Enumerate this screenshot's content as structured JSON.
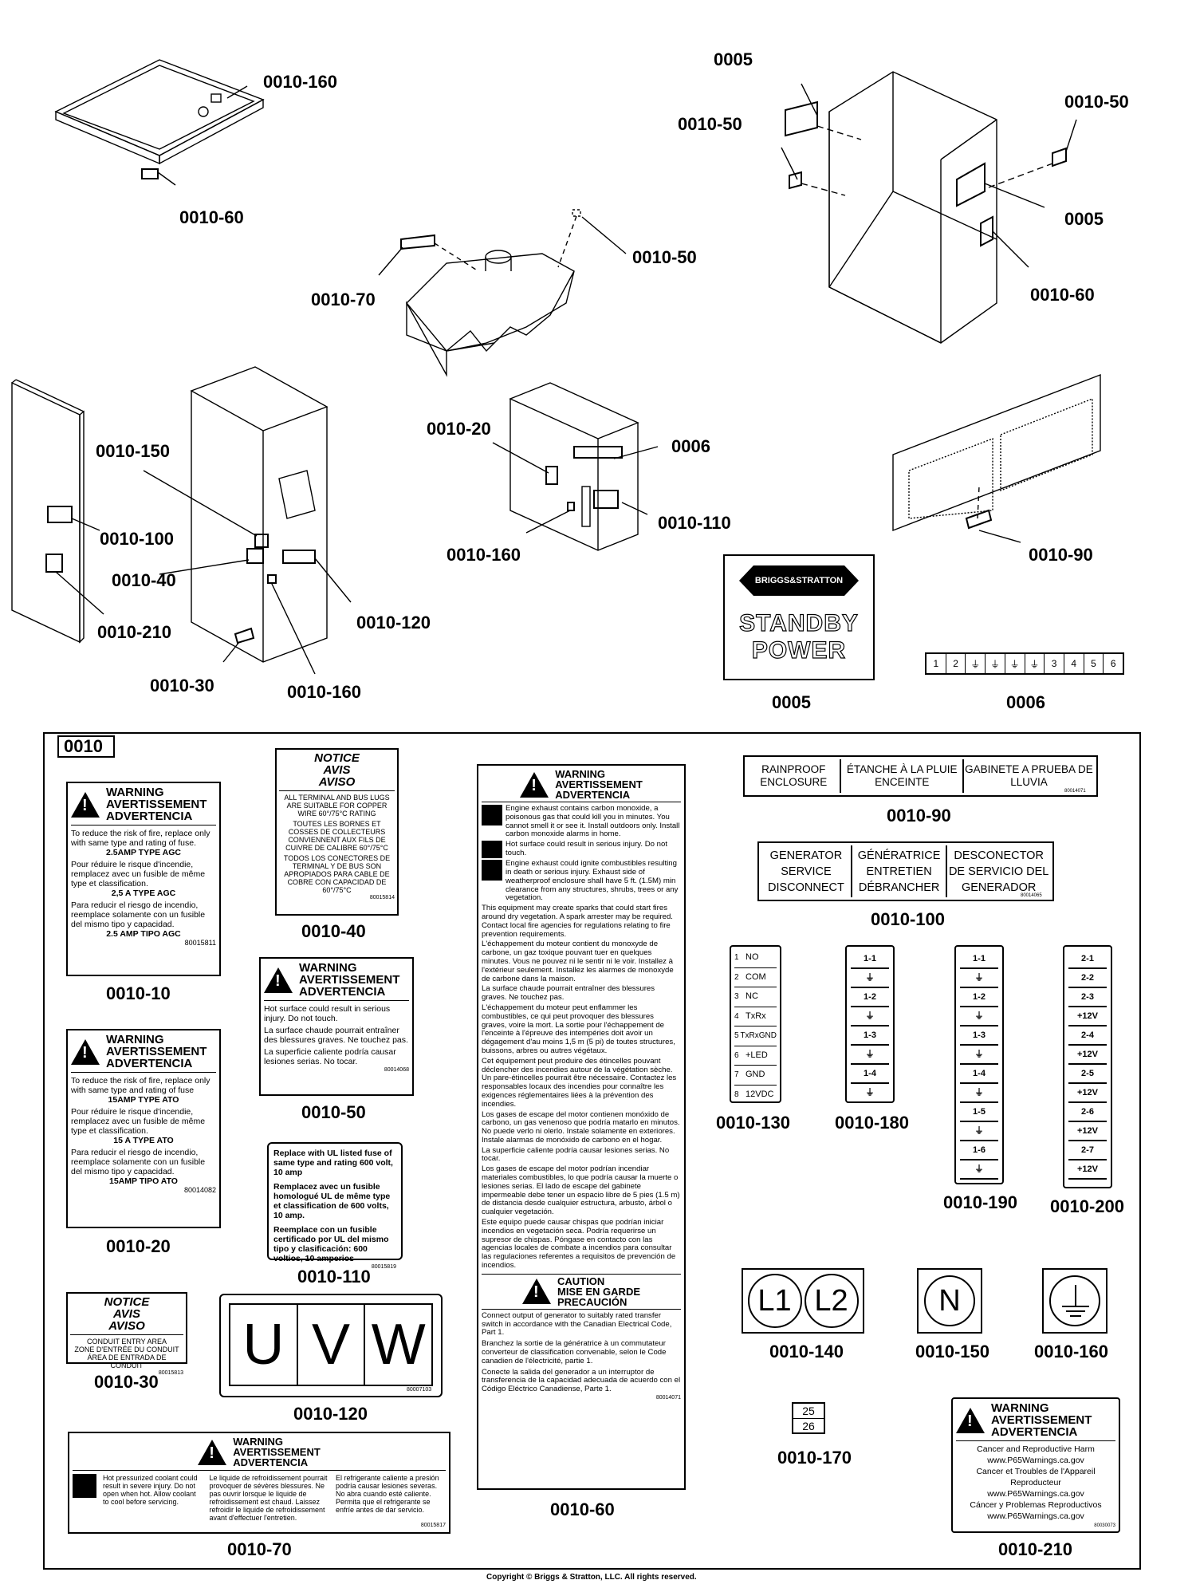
{
  "callouts": {
    "c1": "0010-160",
    "c2": "0010-60",
    "c3": "0005",
    "c4": "0010-50",
    "c5": "0010-50",
    "c6": "0005",
    "c7": "0010-60",
    "c8": "0010-70",
    "c9": "0010-50",
    "c10": "0010-150",
    "c11": "0010-100",
    "c12": "0010-40",
    "c13": "0010-210",
    "c14": "0010-30",
    "c15": "0010-160",
    "c16": "0010-120",
    "c17": "0010-20",
    "c18": "0006",
    "c19": "0010-110",
    "c20": "0010-160",
    "c21": "0010-90"
  },
  "logo": {
    "brand": "BRIGGS&STRATTON",
    "line1": "STANDBY",
    "line2": "POWER",
    "cap": "0005"
  },
  "terminal": {
    "cells": [
      "1",
      "2",
      "⏚",
      "⏚",
      "⏚",
      "⏚",
      "3",
      "4",
      "5",
      "6"
    ],
    "cap": "0006"
  },
  "sheet": {
    "title": "0010"
  },
  "warn": {
    "l1": "WARNING",
    "l2": "AVERTISSEMENT",
    "l3": "ADVERTENCIA"
  },
  "caution": {
    "l1": "CAUTION",
    "l2": "MISE EN GARDE",
    "l3": "PRECAUCIÓN"
  },
  "notice": {
    "l1": "NOTICE",
    "l2": "AVIS",
    "l3": "AVISO"
  },
  "l10": {
    "en": "To reduce the risk of fire, replace only with same type and rating of fuse.",
    "en2": "2.5AMP TYPE AGC",
    "fr": "Pour réduire le risque d'incendie, remplacez avec un fusible de même type et classification.",
    "fr2": "2,5 A TYPE AGC",
    "es": "Para reducir el riesgo de incendio, reemplace solamente con un fusible del mismo tipo y capacidad.",
    "es2": "2.5 AMP TIPO AGC",
    "pn": "80015811",
    "cap": "0010-10"
  },
  "l20": {
    "en": "To reduce the risk of fire, replace only with same type and rating of fuse",
    "en2": "15AMP TYPE ATO",
    "fr": "Pour réduire le risque d'incendie, remplacez avec un fusible de même type et classification.",
    "fr2": "15 A TYPE ATO",
    "es": "Para reducir el riesgo de incendio, reemplace solamente con un fusible del mismo tipo y capacidad.",
    "es2": "15AMP TIPO ATO",
    "pn": "80014082",
    "cap": "0010-20"
  },
  "l30": {
    "t1": "CONDUIT ENTRY AREA",
    "t2": "ZONE D'ENTRÉE DU CONDUIT",
    "t3": "ÁREA DE ENTRADA DE CONDUIT",
    "pn": "80015813",
    "cap": "0010-30"
  },
  "l40": {
    "t1": "ALL TERMINAL AND BUS LUGS ARE SUITABLE FOR COPPER WIRE 60°/75°C RATING",
    "t2": "TOUTES LES BORNES ET COSSES DE COLLECTEURS CONVIENNENT AUX FILS DE CUIVRE DE CALIBRE 60°/75°C",
    "t3": "TODOS LOS CONECTORES DE TERMINAL Y DE BUS SON APROPIADOS PARA CABLE DE COBRE CON CAPACIDAD DE 60°/75°C",
    "pn": "80015814",
    "cap": "0010-40"
  },
  "l50": {
    "en": "Hot surface could result in serious injury. Do not touch.",
    "fr": "La surface chaude pourrait entraîner des blessures graves. Ne touchez pas.",
    "es": "La superficie caliente podría causar lesiones serias. No tocar.",
    "pn": "80014068",
    "cap": "0010-50"
  },
  "l110": {
    "en": "Replace with UL listed fuse of same type and rating 600 volt, 10 amp",
    "fr": "Remplacez avec un fusible homologué UL de même type et classification de 600 volts, 10 amp.",
    "es": "Reemplace con un fusible certificado por UL del mismo tipo y clasificación: 600 voltios, 10 amperios",
    "pn": "80015819",
    "cap": "0010-110"
  },
  "l120": {
    "a": "U",
    "b": "V",
    "c": "W",
    "pn": "80007103",
    "cap": "0010-120"
  },
  "l70": {
    "en": "Hot pressurized coolant could result in severe injury. Do not open when hot. Allow coolant to cool before servicing.",
    "fr": "Le liquide de refroidissement pourrait provoquer de sévères blessures. Ne pas ouvrir lorsque le liquide de refroidissement est chaud. Laissez refroidir le liquide de refroidissement avant d'effectuer l'entretien.",
    "es": "El refrigerante caliente a presión podría causar lesiones severas. No abra cuando esté caliente. Permita que el refrigerante se enfríe antes de dar servicio.",
    "pn": "80015817",
    "cap": "0010-70"
  },
  "l60": {
    "p1": "Engine exhaust contains carbon monoxide, a poisonous gas that could kill you in minutes. You cannot smell it or see it. Install outdoors only. Install carbon monoxide alarms in home.",
    "p2": "Hot surface could result in serious injury. Do not touch.",
    "p3": "Engine exhaust could ignite combustibles resulting in death or serious injury. Exhaust side of weatherproof enclosure shall have 5 ft. (1.5M) min clearance from any structures, shrubs, trees or any vegetation.",
    "p4": "This equipment may create sparks that could start fires around dry vegetation. A spark arrester may be required. Contact local fire agencies for regulations relating to fire prevention requirements.",
    "p5": "L'échappement du moteur contient du monoxyde de carbone, un gaz toxique pouvant tuer en quelques minutes. Vous ne pouvez ni le sentir ni le voir. Installez à l'extérieur seulement. Installez les alarmes de monoxyde de carbone dans la maison.",
    "p6": "La surface chaude pourrait entraîner des blessures graves. Ne touchez pas.",
    "p7": "L'échappement du moteur peut enflammer les combustibles, ce qui peut provoquer des blessures graves, voire la mort. La sortie pour l'échappement de l'enceinte à l'épreuve des intempéries doit avoir un dégagement d'au moins 1,5 m (5 pi) de toutes structures, buissons, arbres ou autres végétaux.",
    "p8": "Cet équipement peut produire des étincelles pouvant déclencher des incendies autour de la végétation sèche. Un pare-étincelles pourrait être nécessaire. Contactez les responsables locaux des incendies pour connaître les exigences réglementaires liées à la prévention des incendies.",
    "p9": "Los gases de escape del motor contienen monóxido de carbono, un gas venenoso que podría matarlo en minutos. No puede verlo ni olerlo. Instale solamente en exteriores. Instale alarmas de monóxido de carbono en el hogar.",
    "p10": "La superficie caliente podría causar lesiones serias. No tocar.",
    "p11": "Los gases de escape del motor podrían incendiar materiales combustibles, lo que podría causar la muerte o lesiones serias. El lado de escape del gabinete impermeable debe tener un espacio libre de 5 pies (1.5 m) de distancia desde cualquier estructura, arbusto, árbol o cualquier vegetación.",
    "p12": "Este equipo puede causar chispas que podrían iniciar incendios en vegetación seca. Podría requerirse un supresor de chispas. Póngase en contacto con las agencias locales de combate a incendios para consultar las regulaciones referentes a requisitos de prevención de incendios.",
    "c1": "Connect output of generator to suitably rated transfer switch in accordance with the Canadian Electrical Code, Part 1.",
    "c2": "Branchez la sortie de la génératrice à un commutateur converteur de classification convenable, selon le Code canadien de l'électricité, partie 1.",
    "c3": "Conecte la salida del generador a un interruptor de transferencia de la capacidad adecuada de acuerdo con el Código Eléctrico Canadiense, Parte 1.",
    "pn": "80014071",
    "cap": "0010-60"
  },
  "l90": {
    "a": "RAINPROOF ENCLOSURE",
    "b": "ÉTANCHE À LA PLUIE ENCEINTE",
    "c": "GABINETE A PRUEBA DE LLUVIA",
    "pn": "80014071",
    "cap": "0010-90"
  },
  "l100": {
    "a": "GENERATOR SERVICE DISCONNECT",
    "b": "GÉNÉRATRICE ENTRETIEN DÉBRANCHER",
    "c": "DESCONECTOR DE SERVICIO DEL GENERADOR",
    "pn": "80014065",
    "cap": "0010-100"
  },
  "l130": {
    "rows": [
      [
        "1",
        "NO"
      ],
      [
        "2",
        "COM"
      ],
      [
        "3",
        "NC"
      ],
      [
        "4",
        "TxRx"
      ],
      [
        "5",
        "TxRxGND"
      ],
      [
        "6",
        "+LED"
      ],
      [
        "7",
        "GND"
      ],
      [
        "8",
        "12VDC"
      ]
    ],
    "cap": "0010-130"
  },
  "l180": {
    "rows": [
      "1-1",
      "⏚",
      "1-2",
      "⏚",
      "1-3",
      "⏚",
      "1-4",
      "⏚"
    ],
    "cap": "0010-180"
  },
  "l190": {
    "rows": [
      "1-1",
      "⏚",
      "1-2",
      "⏚",
      "1-3",
      "⏚",
      "1-4",
      "⏚",
      "1-5",
      "⏚",
      "1-6",
      "⏚"
    ],
    "cap": "0010-190"
  },
  "l200": {
    "rows": [
      "2-1",
      "2-2",
      "2-3",
      "+12V",
      "2-4",
      "+12V",
      "2-5",
      "+12V",
      "2-6",
      "+12V",
      "2-7",
      "+12V"
    ],
    "cap": "0010-200"
  },
  "l140": {
    "a": "L1",
    "b": "L2",
    "cap": "0010-140"
  },
  "l150": {
    "a": "N",
    "cap": "0010-150"
  },
  "l160": {
    "cap": "0010-160"
  },
  "l170": {
    "a": "25",
    "b": "26",
    "cap": "0010-170"
  },
  "l210": {
    "t1": "Cancer and Reproductive Harm",
    "t2": "www.P65Warnings.ca.gov",
    "t3": "Cancer et Troubles de l'Appareil Reproducteur",
    "t4": "www.P65Warnings.ca.gov",
    "t5": "Cáncer y Problemas Reproductivos",
    "t6": "www.P65Warnings.ca.gov",
    "pn": "80030073",
    "cap": "0010-210"
  },
  "copyright": "Copyright © Briggs & Stratton, LLC. All rights reserved."
}
